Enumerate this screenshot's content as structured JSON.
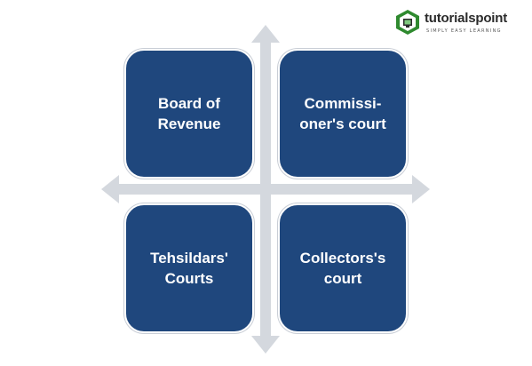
{
  "logo": {
    "brand": "tutorialspoint",
    "tagline": "SIMPLY EASY LEARNING"
  },
  "diagram": {
    "quadrants": {
      "top_left": "Board of\nRevenue",
      "top_right": "Commissi-\noner's court",
      "bottom_left": "Tehsildars'\nCourts",
      "bottom_right": "Collectors's\ncourt"
    }
  },
  "colors": {
    "box_fill": "#1f477d",
    "arrow": "#d4d8de",
    "logo_green": "#3a9a3a"
  }
}
